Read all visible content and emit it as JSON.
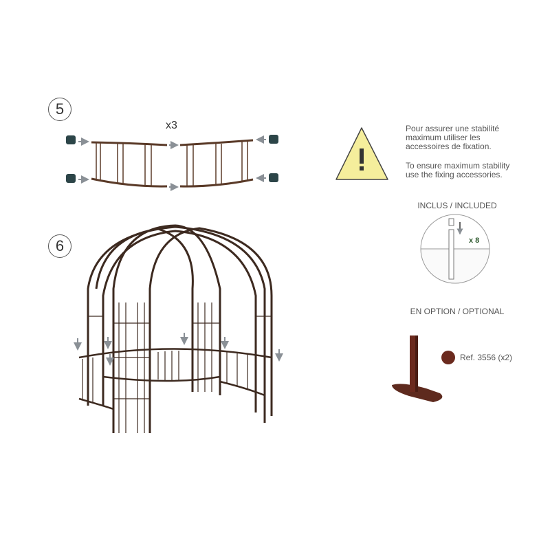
{
  "steps": [
    {
      "number": "5",
      "multiplier": "x3"
    },
    {
      "number": "6"
    }
  ],
  "warning": {
    "icon": "warning-triangle-icon",
    "text_fr": [
      "Pour assurer une stabilité",
      "maximum utiliser les",
      "accessoires de fixation."
    ],
    "text_en": [
      "To ensure maximum stability",
      "use the fixing accessories."
    ]
  },
  "included": {
    "label": "INCLUS / INCLUDED",
    "quantity": "x 8"
  },
  "optional": {
    "label": "EN OPTION / OPTIONAL",
    "reference": "Ref. 3556 (x2)",
    "swatch_color": "#6b2a1e"
  },
  "colors": {
    "frame": "#3d2a20",
    "arrow": "#8a9096",
    "warning_fill": "#f5ee9c",
    "quantity_text": "#2e5a2e"
  }
}
